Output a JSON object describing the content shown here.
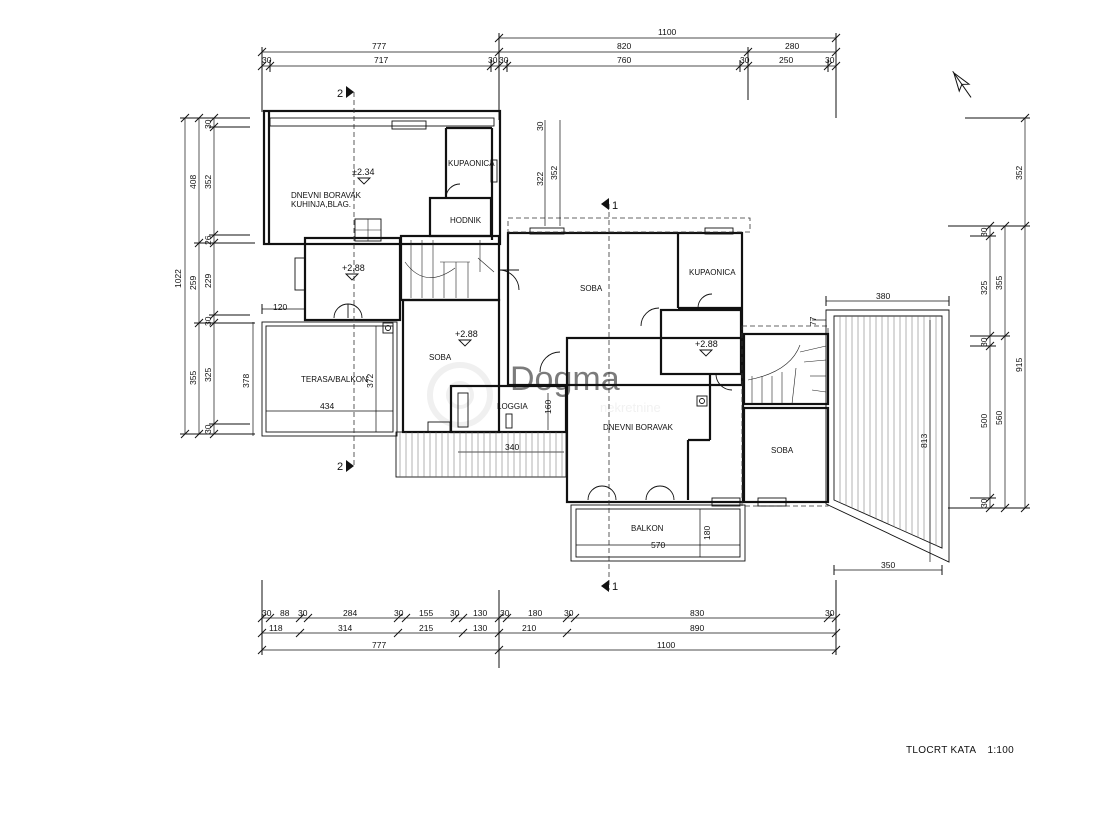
{
  "title": {
    "name": "TLOCRT KATA",
    "scale": "1:100"
  },
  "watermark": {
    "brand": "Dogma",
    "sub": "nekretnine"
  },
  "dimensions": {
    "top_total_left": "777",
    "top_total_right": "1100",
    "top_row2": {
      "d820": "820",
      "d280": "280"
    },
    "top_row3": {
      "a": "30",
      "b": "717",
      "c": "30",
      "d": "30",
      "e": "760",
      "f": "30",
      "g": "250",
      "h": "30"
    },
    "bottom_row1": {
      "a": "30",
      "b": "88",
      "c": "30",
      "d": "284",
      "e": "30",
      "f": "155",
      "g": "30",
      "h": "130",
      "i": "30",
      "j": "180",
      "k": "30",
      "l": "830",
      "m": "30"
    },
    "bottom_row2": {
      "a": "118",
      "b": "314",
      "c": "215",
      "d": "130",
      "e": "210",
      "f": "890"
    },
    "bottom_row3": {
      "a": "777",
      "b": "1100"
    },
    "left_total": "1022",
    "left_col2": {
      "a": "408",
      "b": "259",
      "c": "355"
    },
    "left_col3": {
      "a": "30",
      "b": "352",
      "c": "26",
      "d": "229",
      "e": "30",
      "f": "325",
      "g": "30"
    },
    "right_col1": {
      "a": "352",
      "b": "915"
    },
    "right_col2": {
      "a": "30",
      "b": "325",
      "c": "30",
      "d": "500",
      "e": "30"
    },
    "right_col3": {
      "a": "355",
      "b": "560"
    },
    "inner": {
      "d322": "322",
      "d352": "352",
      "d30": "30",
      "d120": "120",
      "d378": "378",
      "d372": "372",
      "d434": "434",
      "d160": "160",
      "d340": "340",
      "d180": "180",
      "d570": "570",
      "d380": "380",
      "d350": "350",
      "d813": "813",
      "d77": "77"
    }
  },
  "rooms": {
    "dnevni1": "DNEVNI  BORAVAK",
    "kuhinja": "KUHINJA,BLAG.",
    "kupaonica1": "KUPAONICA",
    "hodnik": "HODNIK",
    "soba1": "SOBA",
    "kupaonica2": "KUPAONICA",
    "soba2": "SOBA",
    "terasa": "TERASA/BALKON",
    "loggia": "LOGGIA",
    "dnevni2": "DNEVNI  BORAVAK",
    "soba3": "SOBA",
    "balkon": "BALKON"
  },
  "levels": {
    "l1": "±2.34",
    "l2": "+2.88",
    "l3": "+2.88",
    "l4": "+2.88"
  },
  "sections": {
    "s1": "1",
    "s2": "2"
  }
}
